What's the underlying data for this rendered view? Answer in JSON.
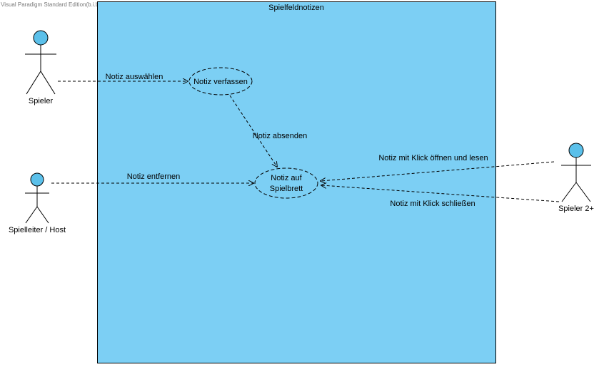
{
  "watermark": "Visual Paradigm Standard Edition(b.i.b. International College)",
  "system": {
    "title": "Spielfeldnotizen",
    "fill": "#7ccff4"
  },
  "actor_fill": "#5bc0ea",
  "use_case_fill": "#7ccff4",
  "actors": {
    "spieler": "Spieler",
    "host": "Spielleiter / Host",
    "spieler2": "Spieler 2+"
  },
  "use_cases": {
    "verfassen": "Notiz verfassen",
    "spielbrett_line1": "Notiz auf",
    "spielbrett_line2": "Spielbrett"
  },
  "relations": {
    "auswaehlen": "Notiz auswählen",
    "absenden": "Notiz absenden",
    "entfernen": "Notiz entfernen",
    "oeffnen": "Notiz mit Klick öffnen und lesen",
    "schliessen": "Notiz mit Klick schließen"
  }
}
